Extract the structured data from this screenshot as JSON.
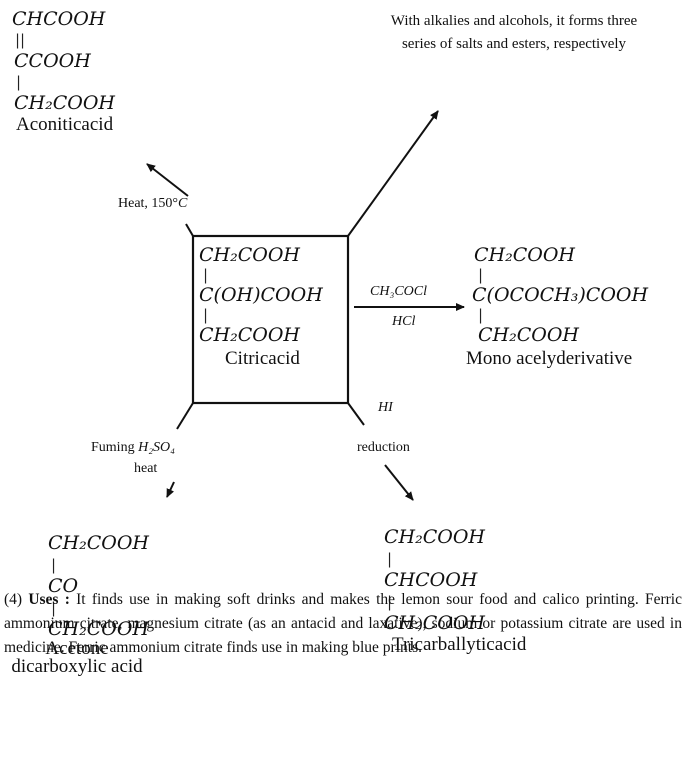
{
  "aconitic": {
    "l1": "CHCOOH",
    "bond1": "||",
    "l2": "CCOOH",
    "bond2": "|",
    "l3": "CH₂COOH",
    "name": "Aconiticacid"
  },
  "alkali_note": "With alkalies and alcohols, it forms three series of salts and esters, respectively",
  "heat_label": "Heat, 150°",
  "heat_unit": "C",
  "citric": {
    "l1": "CH₂COOH",
    "bond1": "|",
    "l2": "C(OH)COOH",
    "bond2": "|",
    "l3": "CH₂COOH",
    "name": "Citricacid"
  },
  "reagent_top": "CH₃COCl",
  "reagent_bottom": "HCl",
  "mono": {
    "l1": "CH₂COOH",
    "bond1": "|",
    "l2": "C(OCOCH₃)COOH",
    "bond2": "|",
    "l3": "CH₂COOH",
    "name": "Mono acelyderivative"
  },
  "hi_label": "HI",
  "fuming_label": "Fuming",
  "fuming_reagent": "H₂SO₄",
  "heat_word": "heat",
  "reduction_label": "reduction",
  "acetone": {
    "l1": "CH₂COOH",
    "bond1": "|",
    "l2": "CO",
    "bond2": "|",
    "l3": "CH₂COOH",
    "name": "Acetone dicarboxylic acid"
  },
  "tricarb": {
    "l1": "CH₂COOH",
    "bond1": "|",
    "l2": "CHCOOH",
    "bond2": "|",
    "l3": "CH₂COOH",
    "name": "Tricarballyticacid"
  },
  "uses": {
    "lead": "(4) ",
    "title": "Uses :",
    "text": " It finds use in making soft drinks and makes the lemon sour food and calico printing. Ferric ammonium citrate, magnesium citrate (as an antacid and laxative), sodium or potassium citrate are used in medicine. Ferric ammonium citrate finds use in making blue prints."
  }
}
